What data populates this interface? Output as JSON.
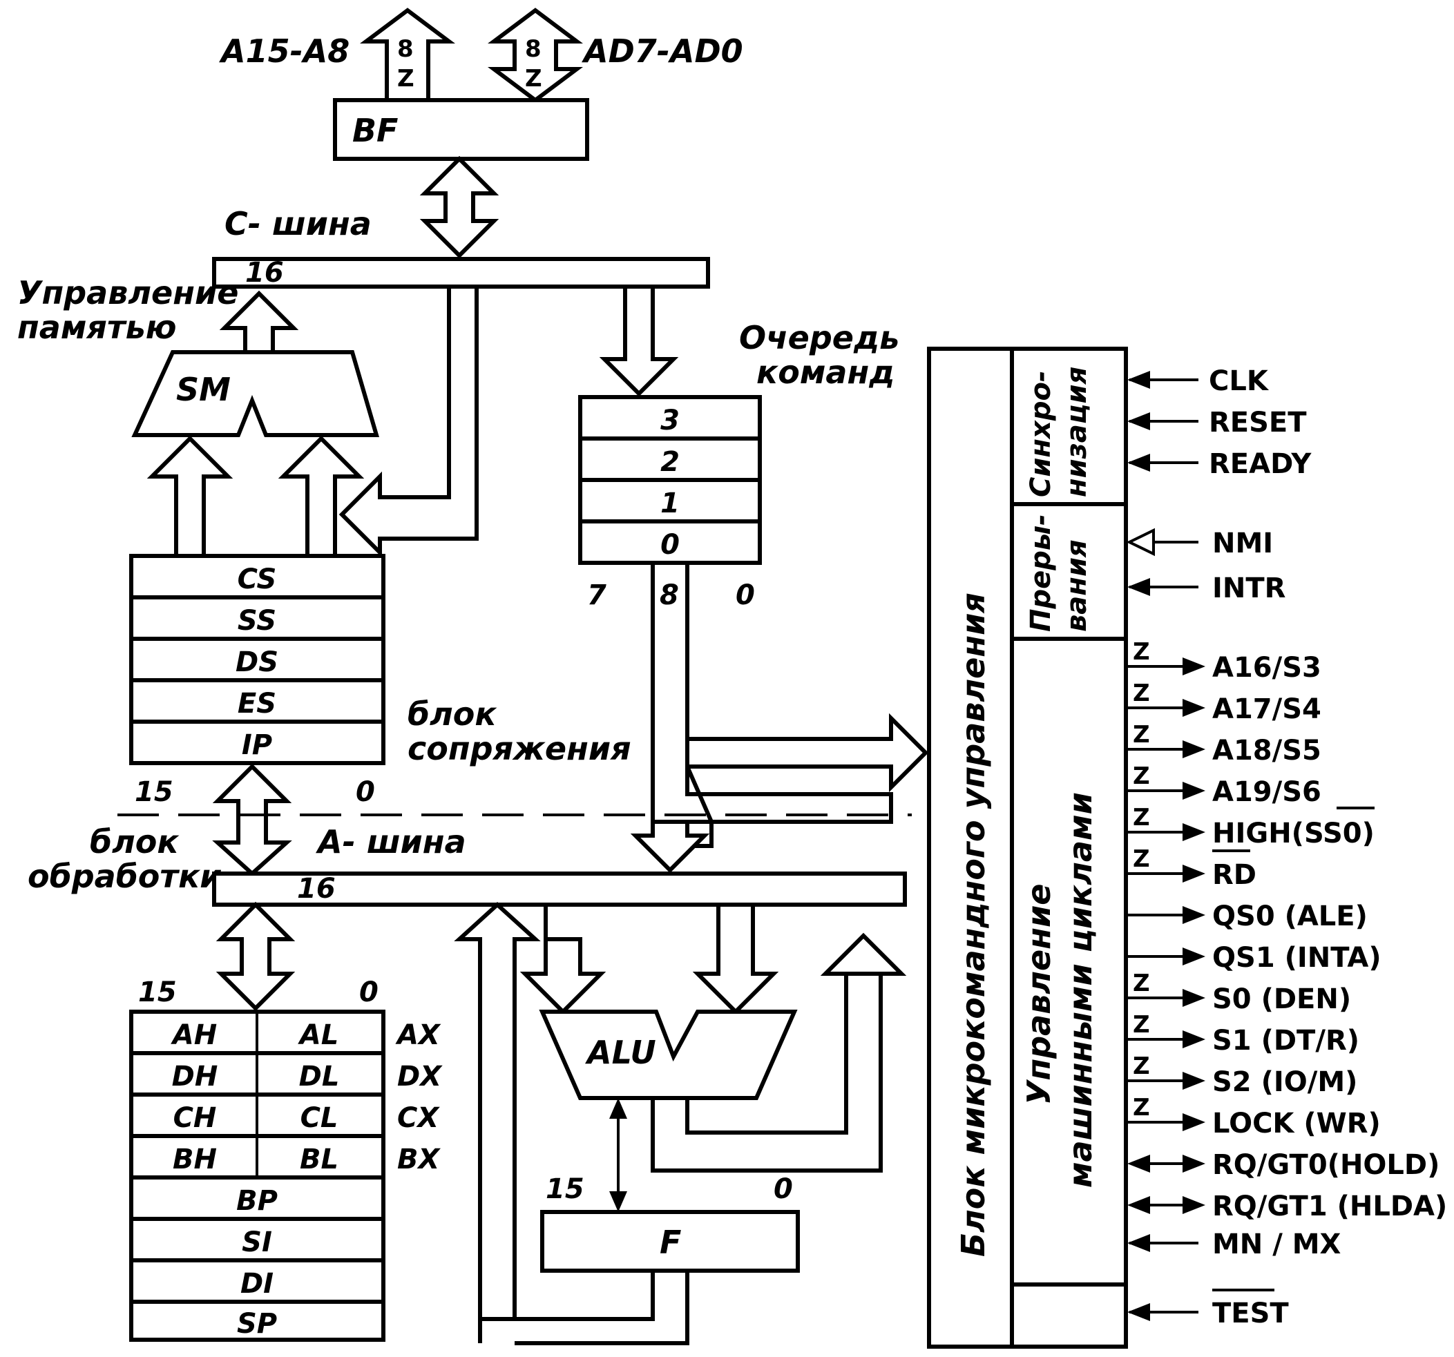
{
  "top": {
    "addr_high": "A15-A8",
    "addr_low": "AD7-AD0",
    "bus_width_high": "8",
    "bus_width_low": "8",
    "z_high": "Z",
    "z_low": "Z"
  },
  "bf_label": "BF",
  "c_bus": {
    "label": "C- шина",
    "width": "16"
  },
  "memory_control": {
    "line1": "Управление",
    "line2": "памятью"
  },
  "sm_label": "SM",
  "segment_registers": [
    "CS",
    "SS",
    "DS",
    "ES",
    "IP"
  ],
  "segment_bits": {
    "high": "15",
    "low": "0"
  },
  "interface_unit": {
    "line1": "блок",
    "line2": "сопряжения"
  },
  "queue": {
    "line1": "Очередь",
    "line2": "команд",
    "slots": [
      "3",
      "2",
      "1",
      "0"
    ],
    "bit_high": "7",
    "bit_width": "8",
    "bit_low": "0"
  },
  "execution_unit": {
    "line1": "блок",
    "line2": "обработки"
  },
  "a_bus": {
    "label": "A- шина",
    "width": "16"
  },
  "general_registers": {
    "bit_high": "15",
    "bit_low": "0",
    "pairs": [
      {
        "high": "AH",
        "low": "AL",
        "name": "AX"
      },
      {
        "high": "DH",
        "low": "DL",
        "name": "DX"
      },
      {
        "high": "CH",
        "low": "CL",
        "name": "CX"
      },
      {
        "high": "BH",
        "low": "BL",
        "name": "BX"
      }
    ],
    "pointers": [
      "BP",
      "SI",
      "DI",
      "SP"
    ]
  },
  "alu_label": "ALU",
  "flags": {
    "label": "F",
    "bit_high": "15",
    "bit_low": "0"
  },
  "control_unit": {
    "main": "Блок микрокомандного управления",
    "sync_line1": "Синхро-",
    "sync_line2": "низация",
    "irq_line1": "Преры-",
    "irq_line2": "вания",
    "cycles_line1": "Управление",
    "cycles_line2": "машинными циклами"
  },
  "signals": {
    "clk": "CLK",
    "reset": "RESET",
    "ready": "READY",
    "nmi": "NMI",
    "intr": "INTR",
    "a16": "A16/S3",
    "a17": "A17/S4",
    "a18": "A18/S5",
    "a19": "A19/S6",
    "high": "HIGH(SS0)",
    "rd": "RD",
    "qs0": "QS0 (ALE)",
    "qs1": "QS1 (INTA)",
    "s0": "S0 (DEN)",
    "s1": "S1 (DT/R)",
    "s2": "S2 (IO/M)",
    "lock": "LOCK (WR)",
    "rqgt0": "RQ/GT0(HOLD)",
    "rqgt1": "RQ/GT1 (HLDA)",
    "mnmx": "MN / MX",
    "test": "TEST",
    "z": "Z"
  }
}
